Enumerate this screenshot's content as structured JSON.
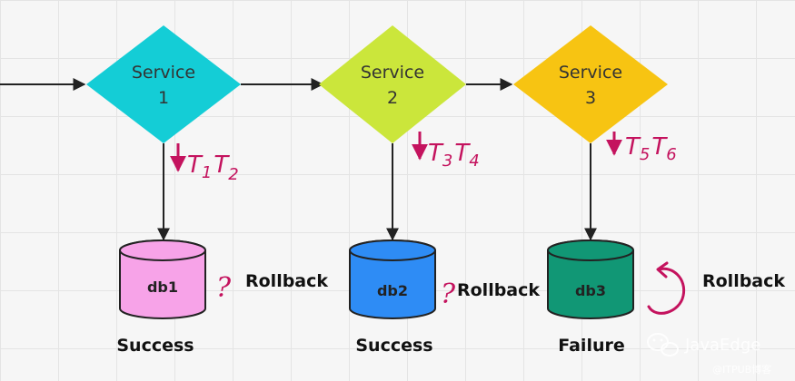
{
  "colors": {
    "service1": "#14cdd6",
    "service2": "#cbe63b",
    "service3": "#f7c412",
    "db1": "#f7a3e8",
    "db2": "#2e8cf5",
    "db3": "#119775",
    "annotation": "#c4135e"
  },
  "services": [
    {
      "line1": "Service",
      "line2": "1"
    },
    {
      "line1": "Service",
      "line2": "2"
    },
    {
      "line1": "Service",
      "line2": "3"
    }
  ],
  "transactions": [
    {
      "a": "T",
      "a_sub": "1",
      "b": "T",
      "b_sub": "2"
    },
    {
      "a": "T",
      "a_sub": "3",
      "b": "T",
      "b_sub": "4"
    },
    {
      "a": "T",
      "a_sub": "5",
      "b": "T",
      "b_sub": "6"
    }
  ],
  "databases": [
    {
      "label": "db1",
      "status": "Success"
    },
    {
      "label": "db2",
      "status": "Success"
    },
    {
      "label": "db3",
      "status": "Failure"
    }
  ],
  "rollbacks": [
    {
      "mark": "?",
      "text": "Rollback"
    },
    {
      "mark": "?",
      "text": "Rollback"
    },
    {
      "text": "Rollback"
    }
  ],
  "watermark": {
    "brand": "JavaEdge",
    "site": "@ITPUB博客"
  }
}
